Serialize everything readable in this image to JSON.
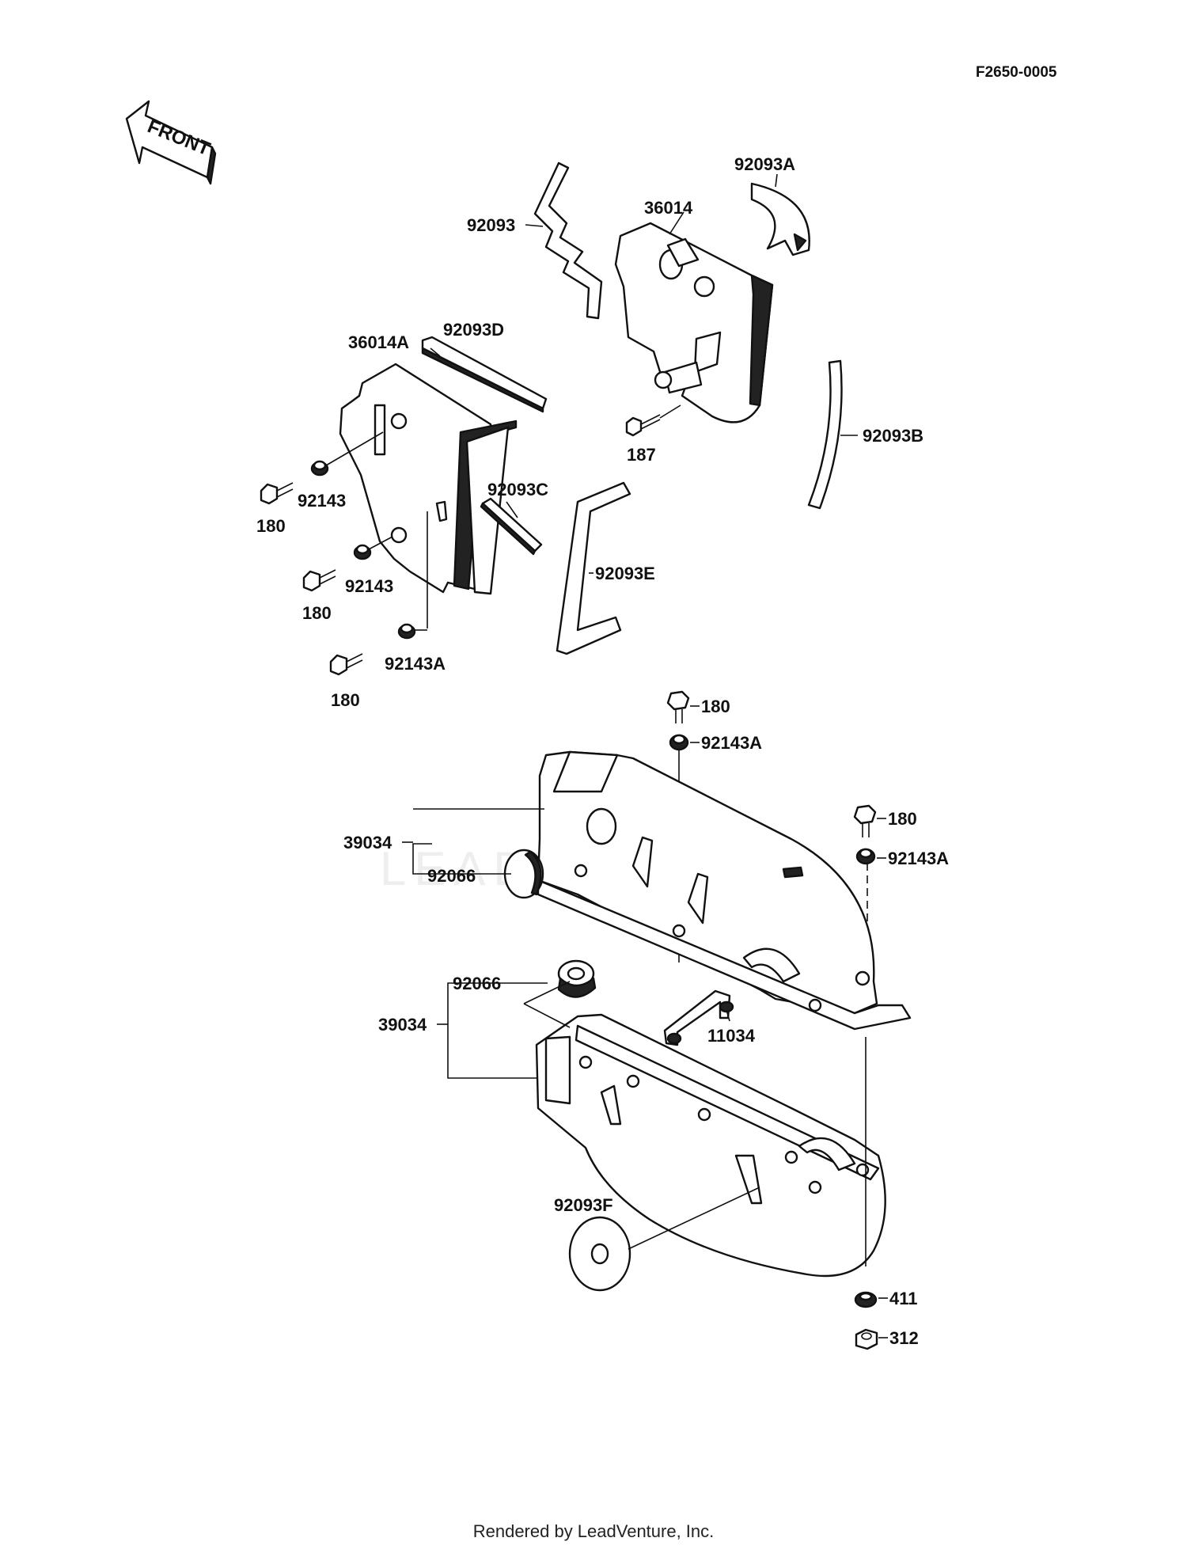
{
  "diagram_code": "F2650-0005",
  "front_arrow_label": "FRONT",
  "watermark": "LEADVENTURE",
  "footer": "Rendered by LeadVenture, Inc.",
  "labels": {
    "l92093A": "92093A",
    "l36014": "36014",
    "l92093": "92093",
    "l36014A": "36014A",
    "l92093D": "92093D",
    "l187": "187",
    "l92093B": "92093B",
    "l92143_1": "92143",
    "l180_1": "180",
    "l92093C": "92093C",
    "l92093E": "92093E",
    "l92143_2": "92143",
    "l180_2": "180",
    "l92143A_1": "92143A",
    "l180_3": "180",
    "l180_4": "180",
    "l92143A_2": "92143A",
    "l39034_1": "39034",
    "l92066_1": "92066",
    "l180_5": "180",
    "l92143A_3": "92143A",
    "l92066_2": "92066",
    "l39034_2": "39034",
    "l11034": "11034",
    "l92093F": "92093F",
    "l411": "411",
    "l312": "312"
  }
}
